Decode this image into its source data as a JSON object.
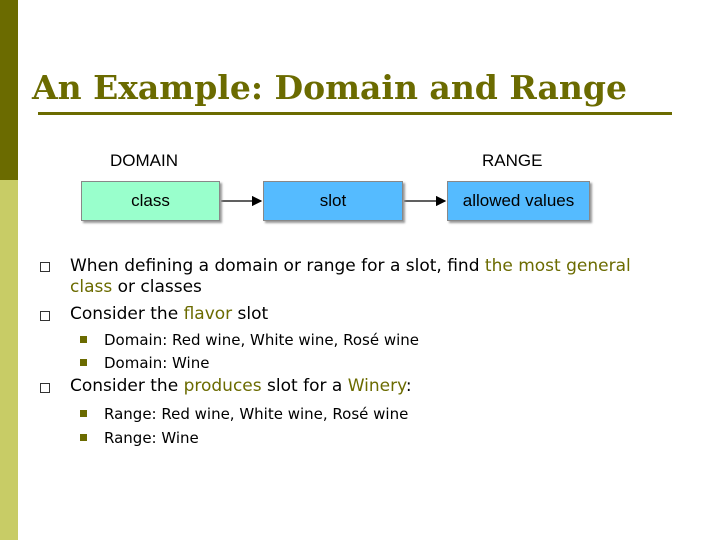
{
  "slide": {
    "title": "An Example: Domain and Range",
    "labels": {
      "domain": "DOMAIN",
      "range": "RANGE"
    },
    "boxes": {
      "class": "class",
      "slot": "slot",
      "allowed": "allowed values"
    },
    "bullets": [
      {
        "segments": [
          "When defining a domain or range for a slot, find ",
          "the most general class",
          " or classes"
        ]
      },
      {
        "segments": [
          "Consider the ",
          "flavor",
          " slot"
        ],
        "subitems": [
          "Domain: Red wine, White wine, Rosé wine",
          "Domain: Wine"
        ]
      },
      {
        "segments": [
          "Consider the ",
          "produces",
          " slot for a ",
          "Winery",
          ":"
        ],
        "subitems": [
          "Range: Red wine, White wine, Rosé wine",
          "Range: Wine"
        ]
      }
    ]
  },
  "colors": {
    "accent": "#6b6b00",
    "stripe_light": "#c8cc66",
    "class_box": "#99ffcc",
    "slot_box": "#55bbff"
  }
}
